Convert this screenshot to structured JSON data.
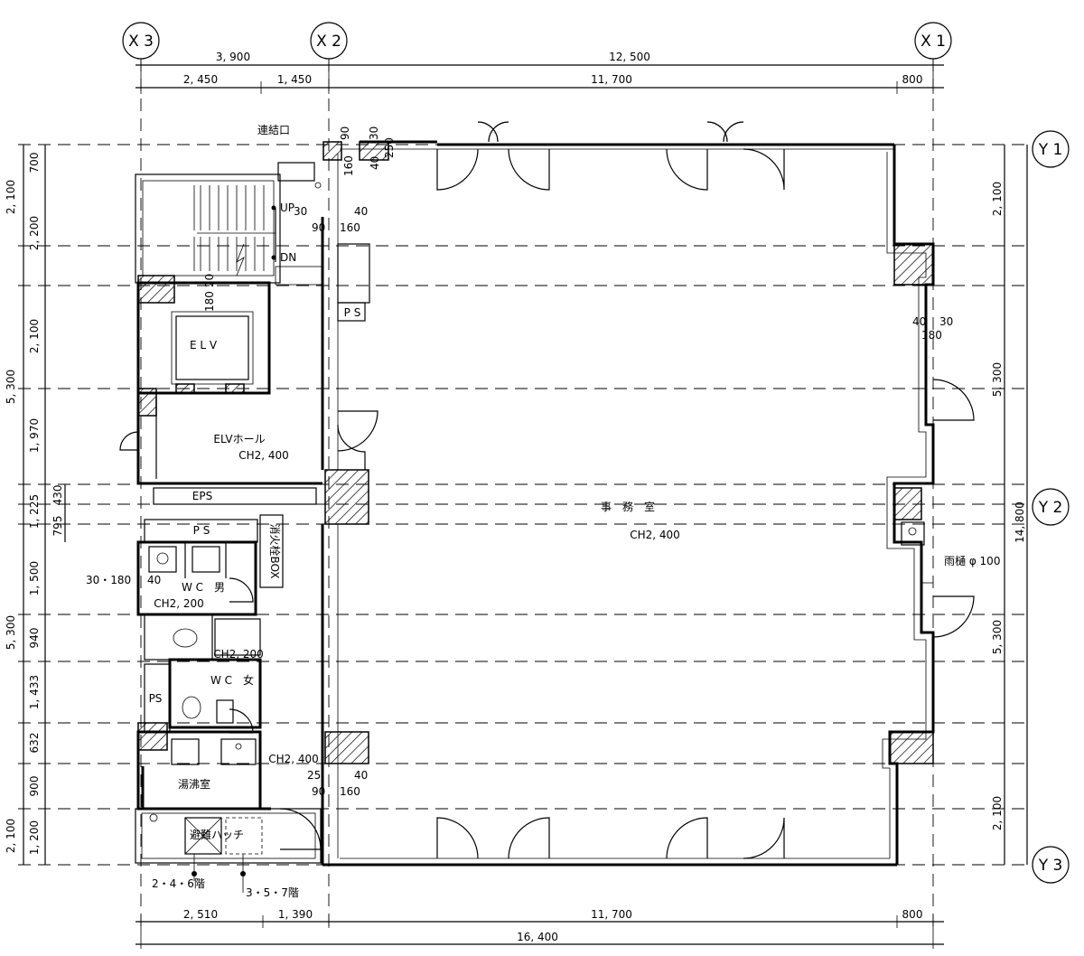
{
  "grid": {
    "x": [
      "X 3",
      "X 2",
      "X 1"
    ],
    "y": [
      "Y 1",
      "Y 2",
      "Y 3"
    ]
  },
  "dims_top": {
    "row1": [
      "3, 900",
      "12, 500"
    ],
    "row2": [
      "2, 450",
      "1, 450",
      "11, 700",
      "800"
    ]
  },
  "dims_bottom": {
    "row1": [
      "2, 510",
      "1, 390",
      "11, 700",
      "800"
    ],
    "row2": [
      "16, 400"
    ]
  },
  "dims_left": {
    "outer": [
      "2, 100",
      "5, 300",
      "5, 300",
      "2, 100"
    ],
    "inner": [
      "700",
      "2, 200",
      "2, 100",
      "1, 970",
      "1, 225",
      "1, 500",
      "940",
      "1, 433",
      "632",
      "900",
      "1, 200"
    ],
    "extra": [
      "795",
      "430"
    ]
  },
  "dims_right": {
    "inner": [
      "2, 100",
      "5, 300",
      "5, 300",
      "2, 100"
    ],
    "outer": [
      "14, 800"
    ]
  },
  "rooms": {
    "office": "事　務　室",
    "office_ch": "CH2, 400",
    "elv": "E L V",
    "elv_hall": "ELVホール",
    "elv_hall_ch": "CH2, 400",
    "eps": "EPS",
    "ps": "P S",
    "ps2": "P S",
    "ps3": "PS",
    "hydrant": "消火栓BOX",
    "wc_m": "W C　男",
    "wc_m_ch": "CH2, 200",
    "wc_f": "W C　女",
    "wc_f_ch": "CH2, 200",
    "kitchen": "湯沸室",
    "kitchen_ch": "CH2, 400",
    "hatch": "避難ハッチ",
    "connect": "連結口",
    "up": "UP",
    "dn": "DN",
    "drain": "雨樋 φ 100"
  },
  "small_dims": {
    "a": [
      "90",
      "30",
      "250",
      "160",
      "40"
    ],
    "b": [
      "30",
      "40",
      "90",
      "160"
    ],
    "c": [
      "40",
      "30",
      "180"
    ],
    "d": [
      "25",
      "40",
      "90",
      "160"
    ],
    "e": [
      "180",
      "20"
    ],
    "f": [
      "30・180",
      "40"
    ]
  },
  "notes": {
    "floors_even": "2・4・6階",
    "floors_odd": "3・5・7階"
  }
}
